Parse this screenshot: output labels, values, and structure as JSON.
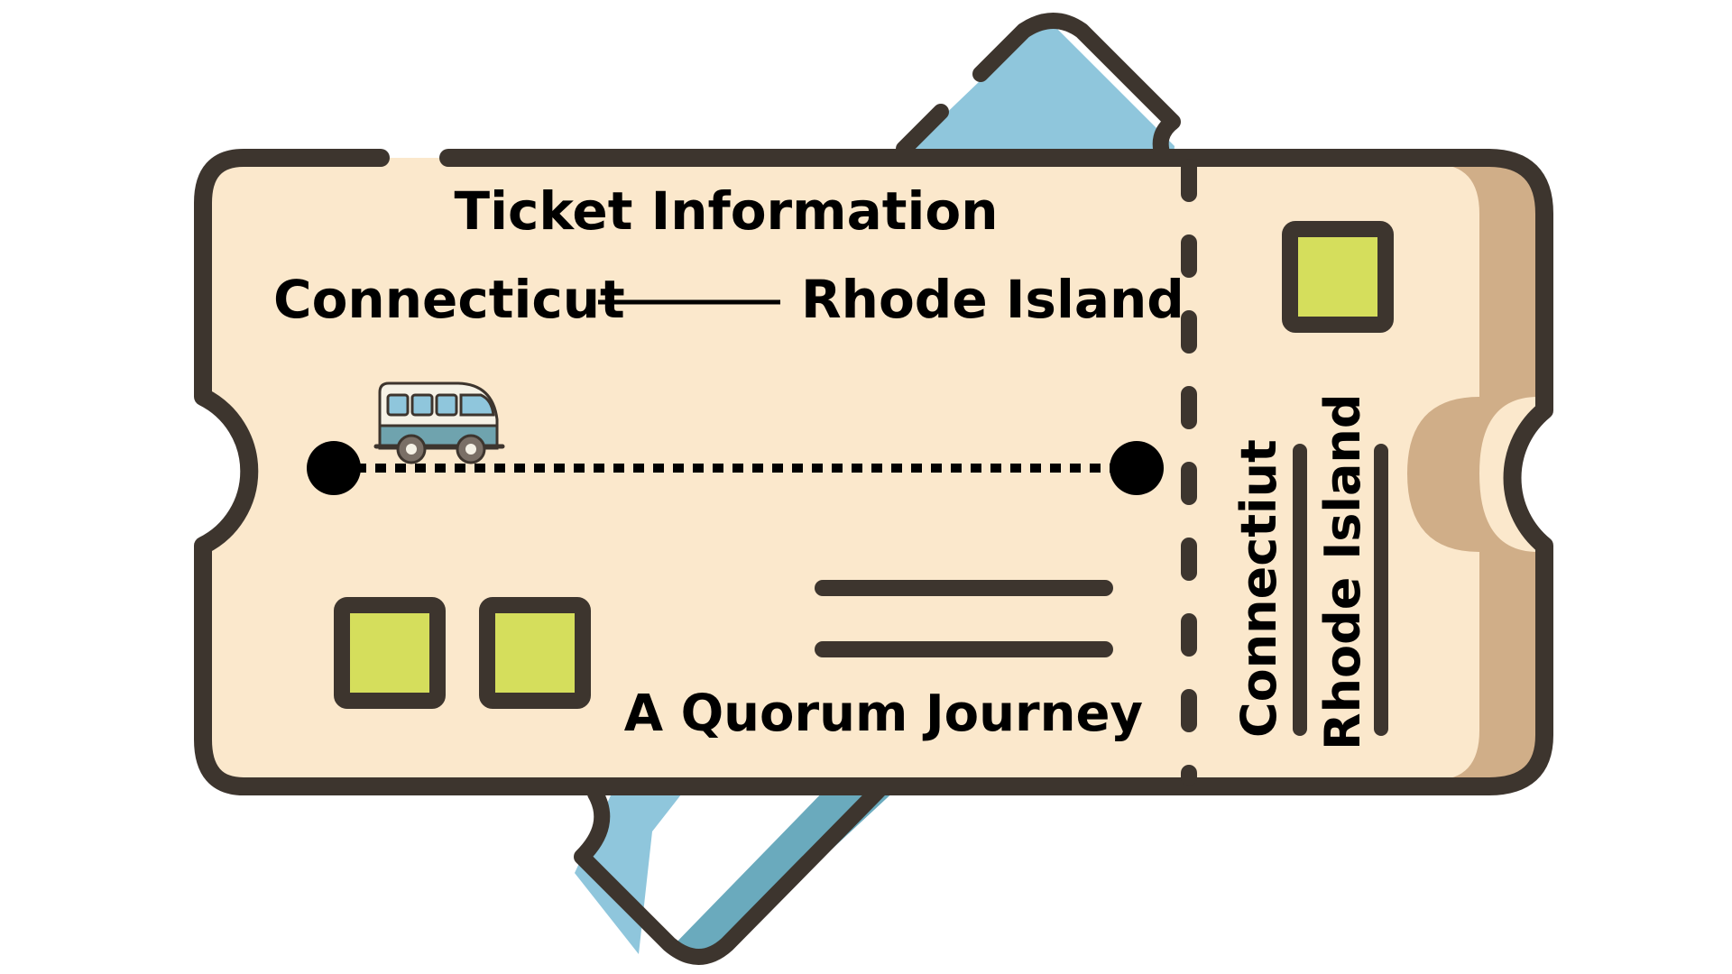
{
  "ticket": {
    "title": "Ticket Information",
    "origin": "Connecticut",
    "destination": "Rhode Island",
    "tagline": "A Quorum Journey"
  },
  "stub": {
    "origin": "Connectiut",
    "destination": "Rhode Island"
  },
  "icons": [
    "ticket-icon",
    "bus-icon"
  ],
  "colors": {
    "outline": "#3d352e",
    "ticket_fill": "#fbe8cc",
    "stub_shadow": "#d0ae88",
    "back_ticket": "#8fc6dc",
    "back_ticket_shade": "#6aaabd",
    "square_fill": "#d5de5c"
  }
}
